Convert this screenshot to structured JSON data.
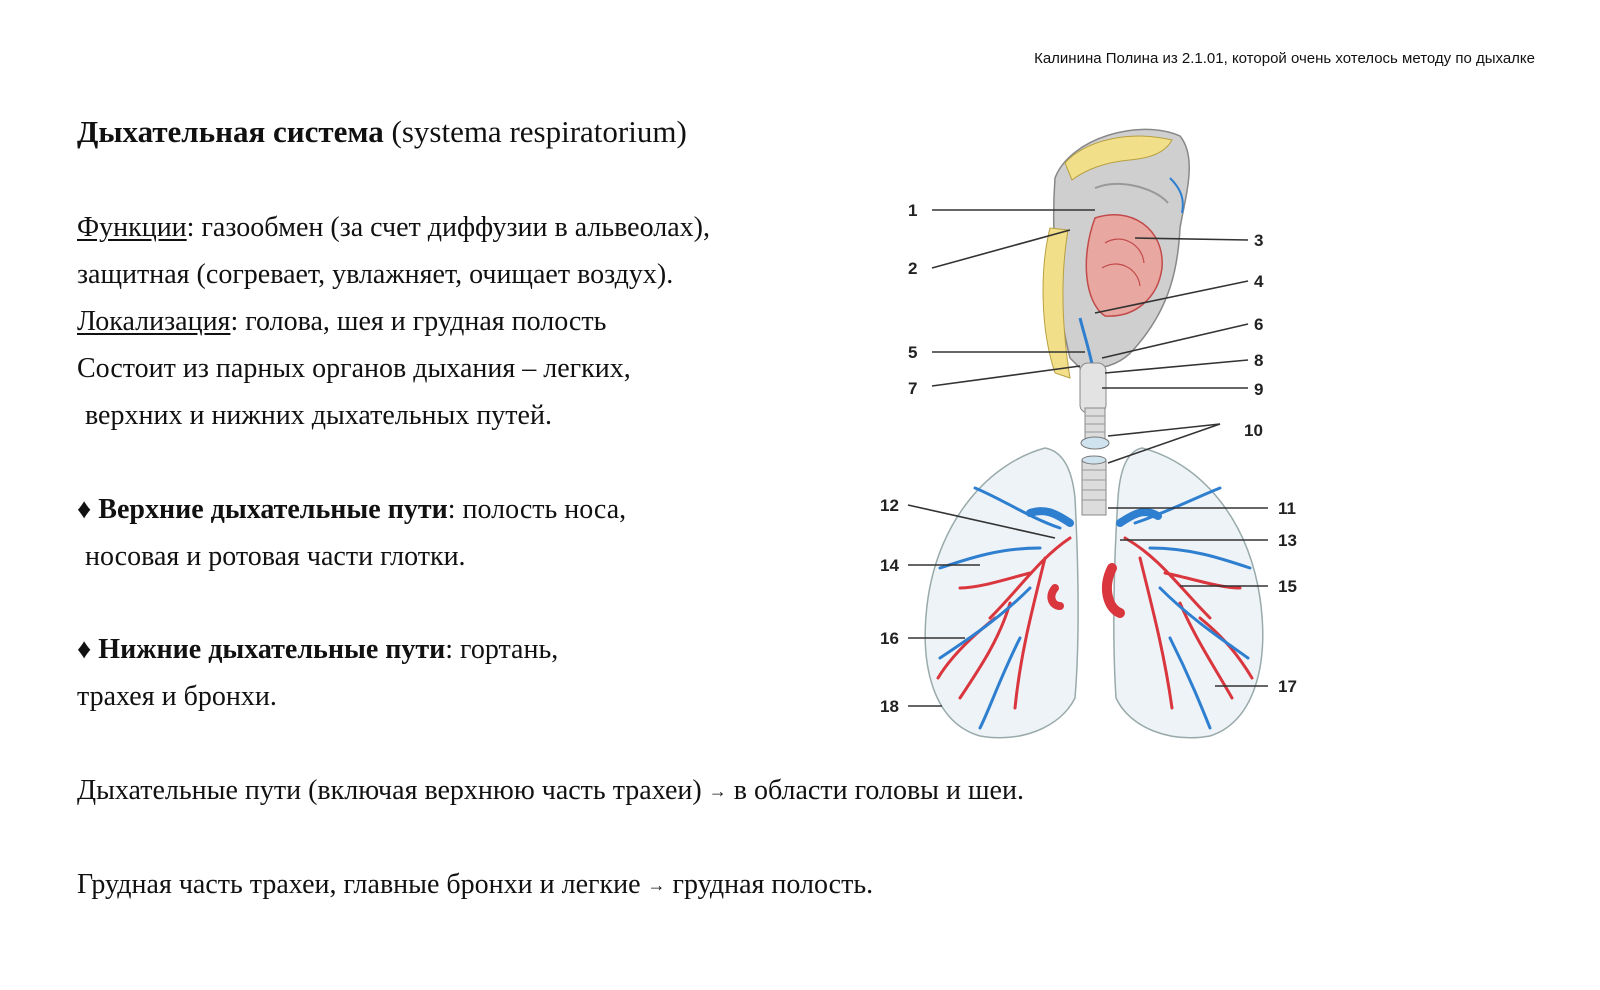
{
  "header_note": "Калинина Полина из 2.1.01, которой очень хотелось методу по дыхалке",
  "title": {
    "bold": "Дыхательная система",
    "latin": "(systema respiratorium)"
  },
  "functions": {
    "label": "Функции",
    "text_line1": ": газообмен (за счет диффузии в альвеолах),",
    "text_line2": "защитная (согревает, увлажняет, очищает воздух)."
  },
  "localization": {
    "label": "Локализация",
    "text": ": голова, шея и грудная полость"
  },
  "composition": {
    "line1": "Состоит из парных органов дыхания – легких,",
    "line2": "верхних и нижних дыхательных путей."
  },
  "upper_airways": {
    "bullet": "♦",
    "label": "Верхние дыхательные пути",
    "text_line1": ": полость носа,",
    "text_line2": "носовая и ротовая части глотки."
  },
  "lower_airways": {
    "bullet": "♦",
    "label": "Нижние дыхательные пути",
    "text_line1": ": гортань,",
    "text_line2": "трахея и бронхи."
  },
  "summary_head_neck": {
    "text": "Дыхательные пути (включая верхнюю часть трахеи)",
    "arrow": "→",
    "result": "в области головы и шеи."
  },
  "summary_chest": {
    "text": "Грудная часть трахеи, главные бронхи и легкие",
    "arrow": "→",
    "result": "грудная полость."
  },
  "diagram": {
    "callouts": [
      "1",
      "2",
      "3",
      "4",
      "5",
      "6",
      "7",
      "8",
      "9",
      "10",
      "11",
      "12",
      "13",
      "14",
      "15",
      "16",
      "17",
      "18"
    ],
    "colors": {
      "artery": "#d9363e",
      "vein": "#2f7fd0",
      "lung_fill": "#eef3f7",
      "tissue_pink": "#e8a7a0",
      "bone_yellow": "#f2df8a"
    }
  }
}
